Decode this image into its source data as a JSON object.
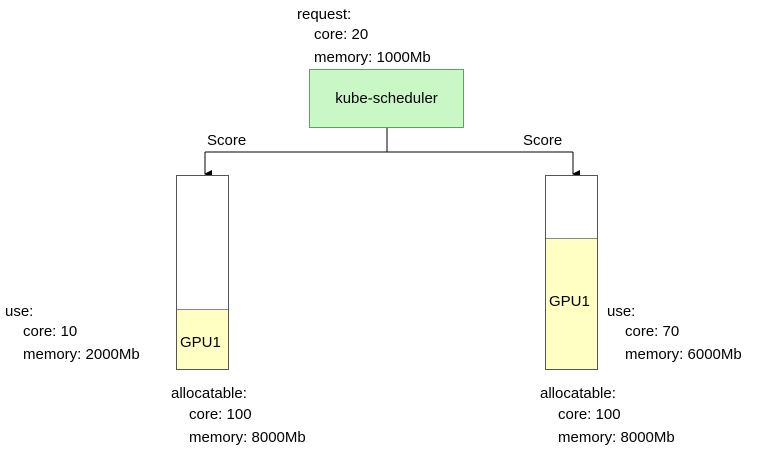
{
  "request": {
    "title": "request:",
    "core": "core: 20",
    "memory": "memory: 1000Mb"
  },
  "scheduler": {
    "label": "kube-scheduler",
    "fill_color": "#c9f7c5"
  },
  "score_label": "Score",
  "nodes": [
    {
      "gpu_label": "GPU1",
      "gpu_used_fraction": 0.31,
      "use": {
        "title": "use:",
        "core": "core: 10",
        "memory": "memory: 2000Mb"
      },
      "allocatable": {
        "title": "allocatable:",
        "core": "core: 100",
        "memory": "memory: 8000Mb"
      }
    },
    {
      "gpu_label": "GPU1",
      "gpu_used_fraction": 0.68,
      "use": {
        "title": "use:",
        "core": "core: 70",
        "memory": "memory: 6000Mb"
      },
      "allocatable": {
        "title": "allocatable:",
        "core": "core: 100",
        "memory": "memory: 8000Mb"
      }
    }
  ],
  "colors": {
    "gpu_fill": "#ffffc4",
    "scheduler_border": "#5aa35a"
  }
}
